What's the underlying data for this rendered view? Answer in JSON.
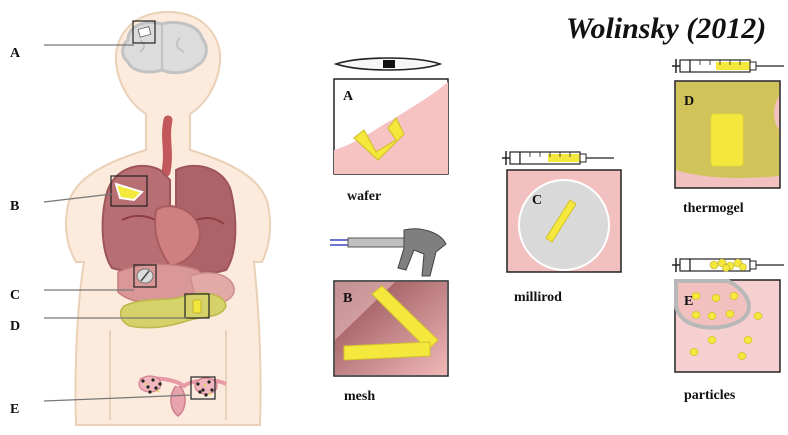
{
  "title": "Wolinsky (2012)",
  "body_labels": [
    "A",
    "B",
    "C",
    "D",
    "E"
  ],
  "devices": [
    {
      "letter": "A",
      "name": "wafer",
      "tool": "wafer-icon"
    },
    {
      "letter": "B",
      "name": "mesh",
      "tool": "applicator-gun-icon"
    },
    {
      "letter": "C",
      "name": "millirod",
      "tool": "syringe-icon"
    },
    {
      "letter": "D",
      "name": "thermogel",
      "tool": "syringe-icon"
    },
    {
      "letter": "E",
      "name": "particles",
      "tool": "syringe-icon"
    }
  ],
  "colors": {
    "body_fill": "#fcebdc",
    "body_stroke": "#e8cdb0",
    "lung": "#b86f73",
    "organ_pink": "#e9a7a4",
    "liver": "#d99797",
    "implant_yellow": "#f5e83c",
    "thermogel_bg": "#cfc35a",
    "panel_pink": "#f3c0c0"
  }
}
